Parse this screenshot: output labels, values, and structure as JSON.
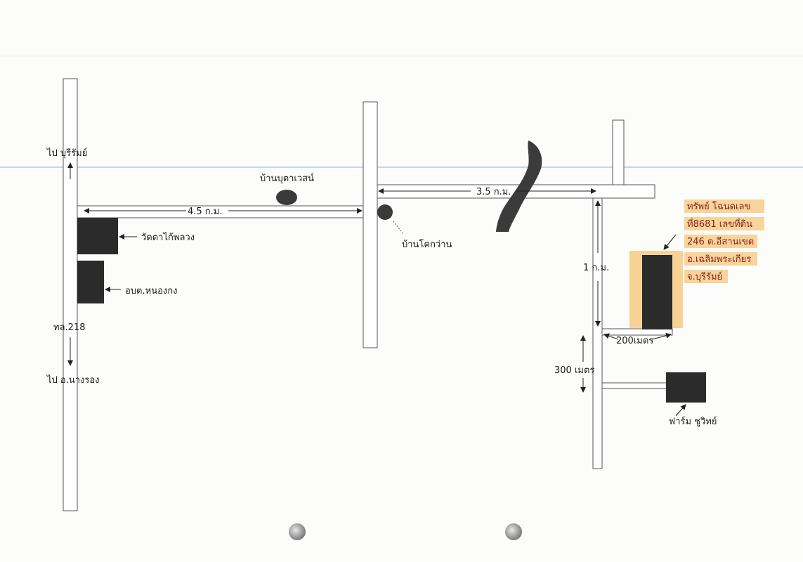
{
  "labels": {
    "to_buriram": "ไป บุรีรัมย์",
    "to_nang_rong": "ไป อ.นางรอง",
    "highway": "ทล.218",
    "wat": "วัดตาไก้พลวง",
    "obt": "อบต.หนองกง",
    "ban_buta": "บ้านบุตาเวสน์",
    "ban_khok": "บ้านโคกว่าน",
    "dist_45": "4.5 ก.ม.",
    "dist_35": "3.5 ก.ม.",
    "dist_1": "1 ก.ม.",
    "dist_200": "200เมตร",
    "dist_300": "300 เมตร",
    "farm": "ฟาร์ม ชูวิทย์"
  },
  "property": {
    "lines": [
      "ทรัพย์ โฉนดเลข",
      "ที่8681 เลขที่ดิน",
      "246 ต.อีสานเขต",
      "อ.เฉลิมพระเกียร",
      "จ.บุรีรัมย์"
    ],
    "highlight_color": "#f5c77a",
    "text_color": "#8a1c1c"
  }
}
